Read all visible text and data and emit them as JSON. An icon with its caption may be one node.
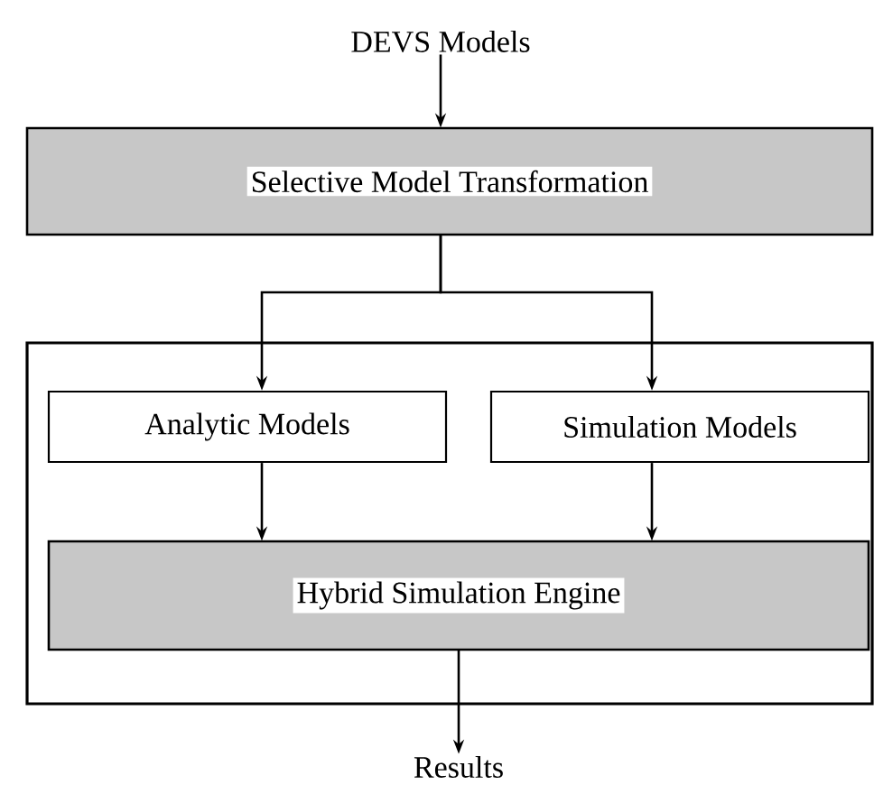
{
  "diagram": {
    "nodes": [
      {
        "text": [
          "DEVS Models"
        ]
      },
      {
        "text": [
          "Selective Model Transformation"
        ]
      },
      {
        "text": [],
        "shape": "box"
      },
      {
        "text": [
          "Analytic Models"
        ],
        "in": 2
      },
      {
        "text": [
          "Simulation Models"
        ],
        "in": 2
      },
      {
        "text": [
          "Hybrid Simulation Engine"
        ],
        "in": 2
      },
      {
        "text": [
          "Results"
        ]
      }
    ],
    "edges": [
      {
        "from": 0,
        "to": 1,
        "arrow": "to"
      },
      {
        "from": 1,
        "to": 3,
        "arrow": "to"
      },
      {
        "from": 1,
        "to": 4,
        "arrow": "to"
      },
      {
        "from": 3,
        "to": 5,
        "arrow": "to"
      },
      {
        "from": 4,
        "to": 5,
        "arrow": "to"
      },
      {
        "from": 5,
        "to": 6,
        "arrow": "to"
      }
    ]
  }
}
